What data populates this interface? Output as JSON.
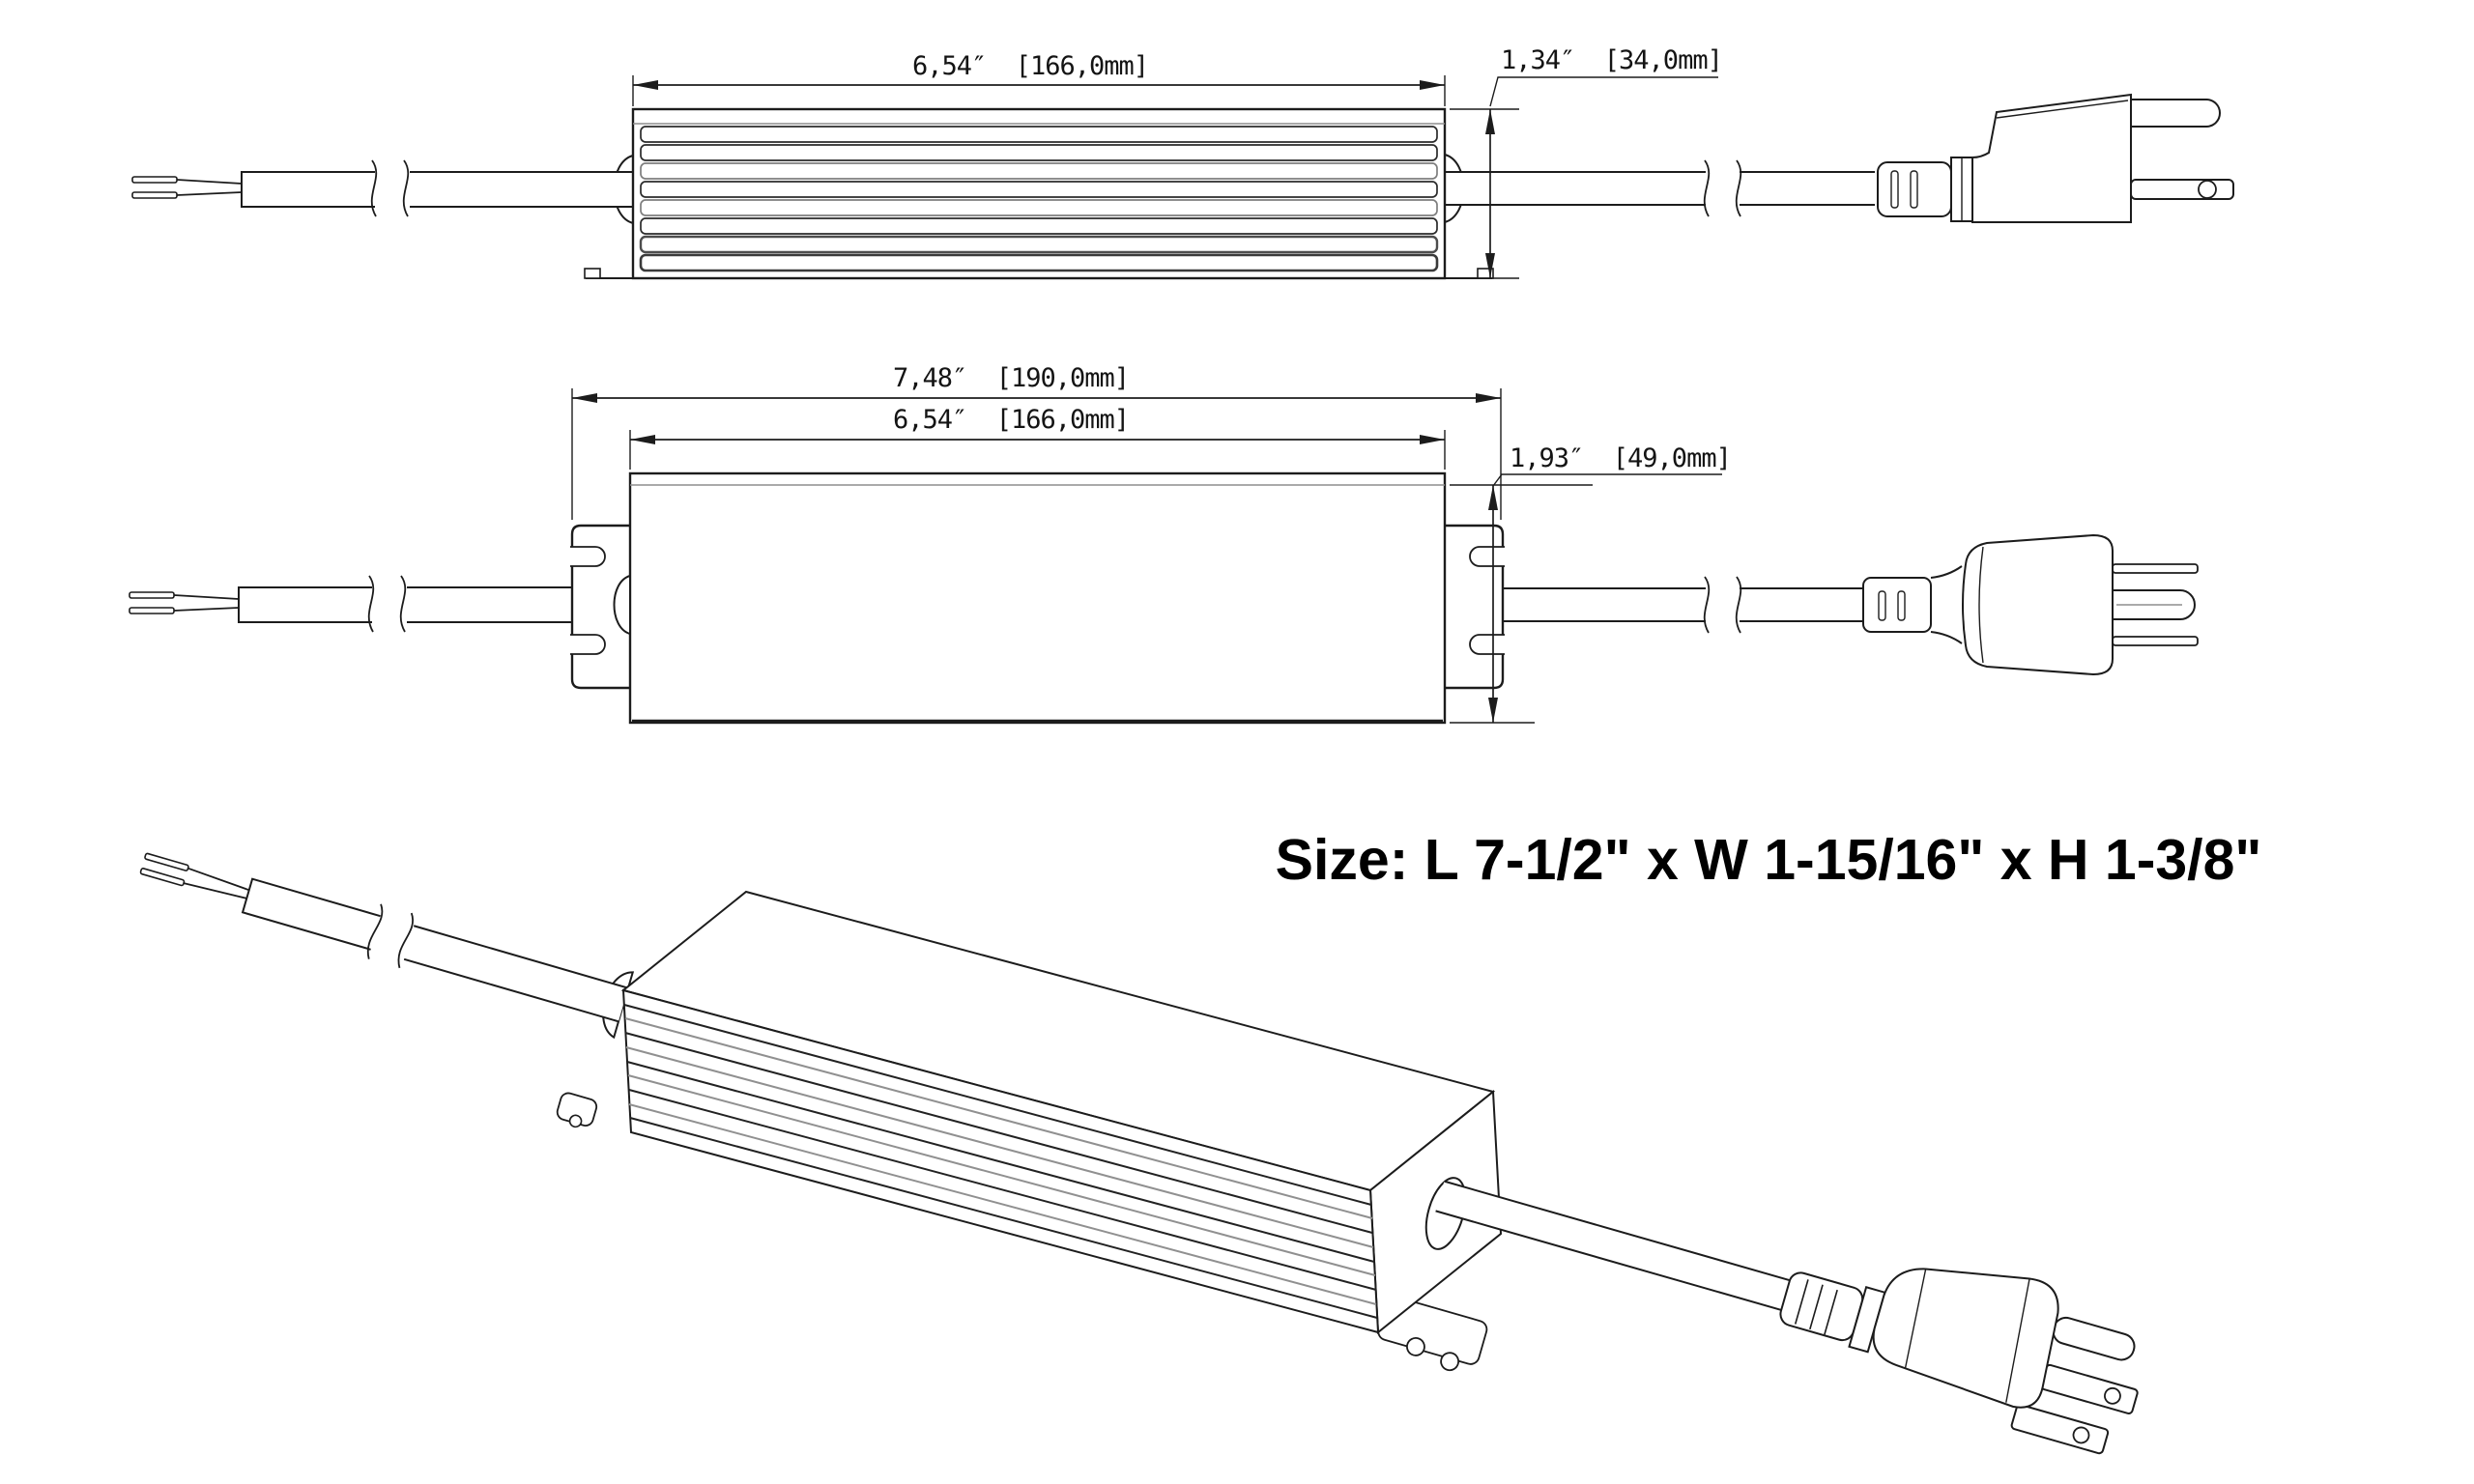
{
  "document": {
    "background": "#ffffff",
    "line_color": "#1c1c1c",
    "accent_gray": "#8d8d8d",
    "description": "Technical dimension drawing of a waterproof LED power supply driver with input wires and grounded AC plug"
  },
  "side_view": {
    "dimensions": {
      "length": "6,54″  [166,0mm]",
      "height": "1,34″  [34,0mm]"
    }
  },
  "top_view": {
    "dimensions": {
      "overall_length": "7,48″  [190,0mm]",
      "body_length": "6,54″  [166,0mm]",
      "width": "1,93″  [49,0mm]"
    }
  },
  "isometric_view": {
    "size_label": "Size: L 7-1/2\" x W 1-15/16\" x H 1-3/8\""
  }
}
